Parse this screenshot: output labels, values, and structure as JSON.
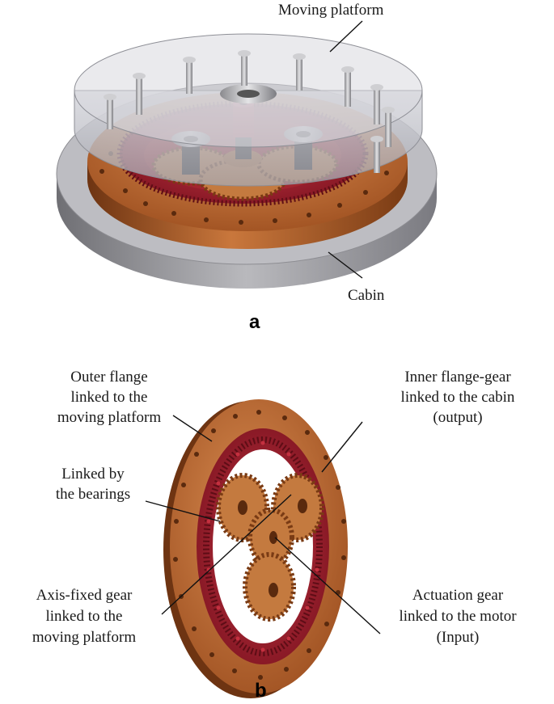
{
  "panel_a": {
    "letter": "a",
    "labels": {
      "moving_platform": "Moving platform",
      "cabin": "Cabin"
    }
  },
  "panel_b": {
    "letter": "b",
    "labels": {
      "outer_flange": [
        "Outer flange",
        "linked to the",
        "moving platform"
      ],
      "inner_flange": [
        "Inner flange-gear",
        "linked to the cabin",
        "(output)"
      ],
      "bearings": [
        "Linked by",
        "the bearings"
      ],
      "axis_fixed_gear": [
        "Axis-fixed gear",
        "linked to the",
        "moving platform"
      ],
      "actuation_gear": [
        "Actuation gear",
        "linked to the motor",
        "(Input)"
      ]
    }
  },
  "colors": {
    "copper": "#b8652e",
    "copper_dark": "#7a3b14",
    "ring_red": "#a8202e",
    "gray_base": "#9c9ca0",
    "platform_glass": "#cfd0d6"
  }
}
